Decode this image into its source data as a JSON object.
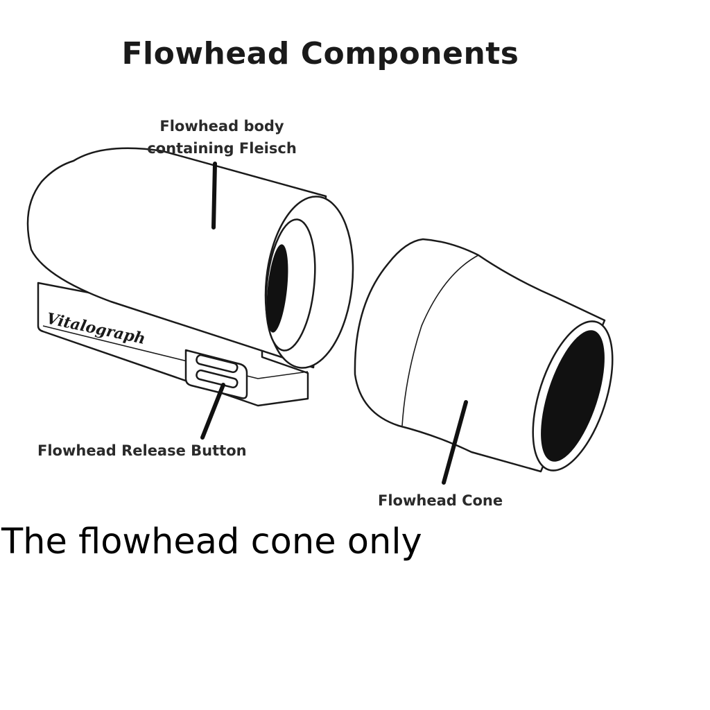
{
  "title": "Flowhead Components",
  "labels": {
    "body_line1": "Flowhead body",
    "body_line2": "containing Fleisch",
    "release_button": "Flowhead Release Button",
    "cone": "Flowhead Cone"
  },
  "brand_mark": "Vitalograph",
  "caption": "The flowhead cone only",
  "colors": {
    "stroke": "#1a1a1a",
    "fill": "#ffffff",
    "dark": "#111111"
  }
}
